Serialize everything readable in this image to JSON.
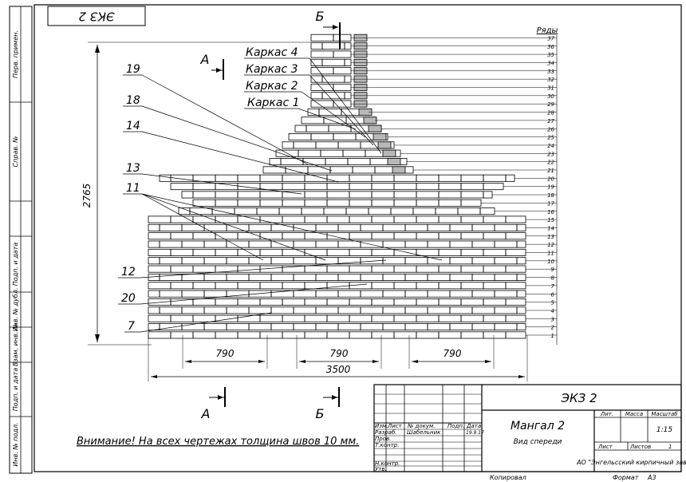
{
  "sheet": {
    "rotated_code": "ЭКЗ 2",
    "side_labels": [
      "Перв. примен.",
      "Справ. №",
      "Подп. и дата",
      "Инв. № дубл.",
      "Взам. инв. №",
      "Подп. и дата",
      "Инв. № подл."
    ]
  },
  "drawing": {
    "rows_title": "Ряды",
    "rows": [
      "1",
      "2",
      "3",
      "4",
      "5",
      "6",
      "7",
      "8",
      "9",
      "10",
      "11",
      "12",
      "13",
      "14",
      "15",
      "16",
      "17",
      "18",
      "19",
      "20",
      "21",
      "22",
      "23",
      "24",
      "25",
      "26",
      "27",
      "28",
      "29",
      "30",
      "31",
      "32",
      "33",
      "34",
      "35",
      "36",
      "37"
    ],
    "frames": [
      "Каркас 4",
      "Каркас 3",
      "Каркас 2",
      "Каркас 1"
    ],
    "callouts": [
      "19",
      "18",
      "14",
      "13",
      "11",
      "12",
      "20",
      "7"
    ],
    "section_marks": [
      "А",
      "Б"
    ],
    "height_dim": "2765",
    "dims_790": [
      "790",
      "790",
      "790"
    ],
    "total_width": "3500",
    "note": "Внимание! На всех чертежах толщина швов 10 мм."
  },
  "title_block": {
    "doc_code": "ЭКЗ 2",
    "title": "Мангал 2",
    "subtitle": "Вид спереди",
    "h_lit": "Лит.",
    "h_mass": "Масса",
    "h_scale": "Масштаб",
    "scale": "1:15",
    "sheet_label": "Лист",
    "sheets_label": "Листов",
    "sheets_count": "1",
    "company": "АО \"Энгельсский кирпичный завод\"",
    "col_izm": "Изм.",
    "col_list": "Лист",
    "col_doc": "№ докум.",
    "col_sign": "Подп.",
    "col_date": "Дата",
    "r_razrab": "Разраб.",
    "r_razrab_name": "Шабельник",
    "r_razrab_date": "19.9.17",
    "r_prov": "Пров.",
    "r_tkontr": "Т.контр.",
    "r_nkontr": "Н.контр.",
    "r_utv": "Утв.",
    "copied": "Копировал",
    "format_label": "Формат",
    "format": "А3"
  }
}
